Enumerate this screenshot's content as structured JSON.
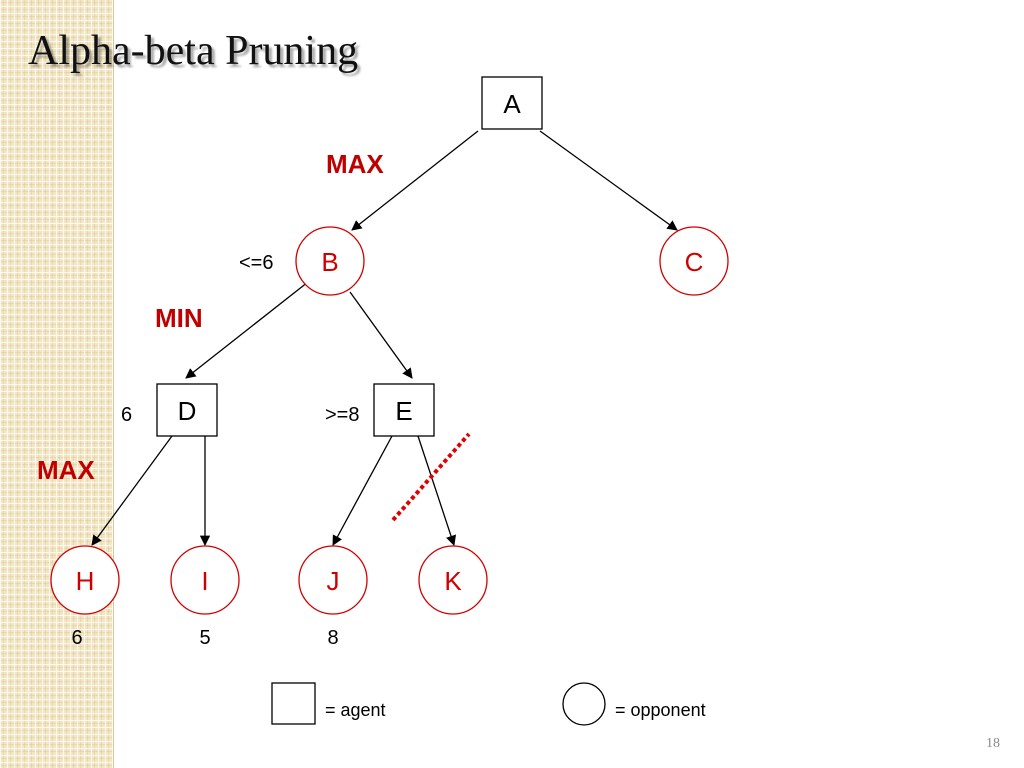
{
  "title": "Alpha-beta Pruning",
  "slide_number": "18",
  "levels": {
    "max_top": "MAX",
    "min": "MIN",
    "max_bottom": "MAX"
  },
  "nodes": {
    "A": {
      "label": "A",
      "kind": "agent"
    },
    "B": {
      "label": "B",
      "kind": "opponent",
      "value": "<=6"
    },
    "C": {
      "label": "C",
      "kind": "opponent"
    },
    "D": {
      "label": "D",
      "kind": "agent",
      "value": "6"
    },
    "E": {
      "label": "E",
      "kind": "agent",
      "value": ">=8"
    },
    "H": {
      "label": "H",
      "kind": "opponent",
      "value": "6"
    },
    "I": {
      "label": "I",
      "kind": "opponent",
      "value": "5"
    },
    "J": {
      "label": "J",
      "kind": "opponent",
      "value": "8"
    },
    "K": {
      "label": "K",
      "kind": "opponent"
    }
  },
  "edges": [
    [
      "A",
      "B"
    ],
    [
      "A",
      "C"
    ],
    [
      "B",
      "D"
    ],
    [
      "B",
      "E"
    ],
    [
      "D",
      "H"
    ],
    [
      "D",
      "I"
    ],
    [
      "E",
      "J"
    ],
    [
      "E",
      "K"
    ]
  ],
  "pruned_edge": [
    "E",
    "K"
  ],
  "legend": {
    "agent": "= agent",
    "opponent": "= opponent"
  },
  "colors": {
    "opponent": "#d00000",
    "level_label": "#c00000",
    "prune_line": "#e00000"
  }
}
